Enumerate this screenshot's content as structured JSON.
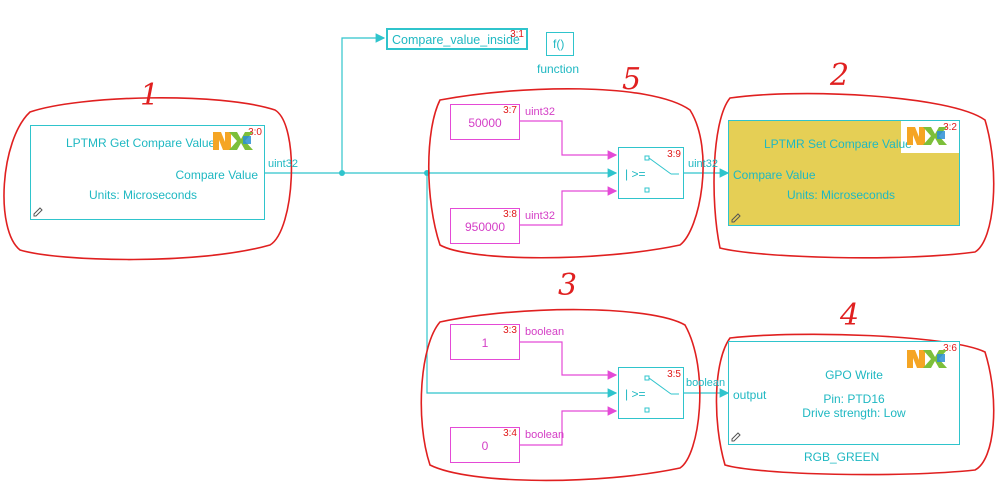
{
  "top_block": {
    "label": "Compare_value_inside",
    "priority": "3:1"
  },
  "function_block": {
    "icon": "f()",
    "label": "function"
  },
  "get_block": {
    "title": "LPTMR Get Compare Value",
    "port": "Compare Value",
    "units": "Units: Microseconds",
    "priority": "3:0",
    "out_type": "uint32"
  },
  "set_block": {
    "title": "LPTMR Set Compare Value",
    "port": "Compare Value",
    "units": "Units: Microseconds",
    "priority": "3:2",
    "in_type": "uint32"
  },
  "gpo_block": {
    "title": "GPO Write",
    "port": "output",
    "pin": "Pin: PTD16",
    "drive": "Drive strength: Low",
    "priority": "3:6",
    "name": "RGB_GREEN",
    "in_type": "boolean"
  },
  "const_50000": {
    "value": "50000",
    "priority": "3:7",
    "type": "uint32"
  },
  "const_950000": {
    "value": "950000",
    "priority": "3:8",
    "type": "uint32"
  },
  "const_1": {
    "value": "1",
    "priority": "3:3",
    "type": "boolean"
  },
  "const_0": {
    "value": "0",
    "priority": "3:4",
    "type": "boolean"
  },
  "switch_top": {
    "criteria": "| >=",
    "priority": "3:9"
  },
  "switch_bottom": {
    "criteria": "| >=",
    "priority": "3:5"
  },
  "annotations": {
    "n1": "1",
    "n2": "2",
    "n3": "3",
    "n4": "4",
    "n5": "5"
  },
  "colors": {
    "block_border": "#2fc4cc",
    "text_cyan": "#1fb8c2",
    "const_pink": "#e44ad6",
    "set_fill": "#e5cf55",
    "annotation_red": "#e02020"
  }
}
